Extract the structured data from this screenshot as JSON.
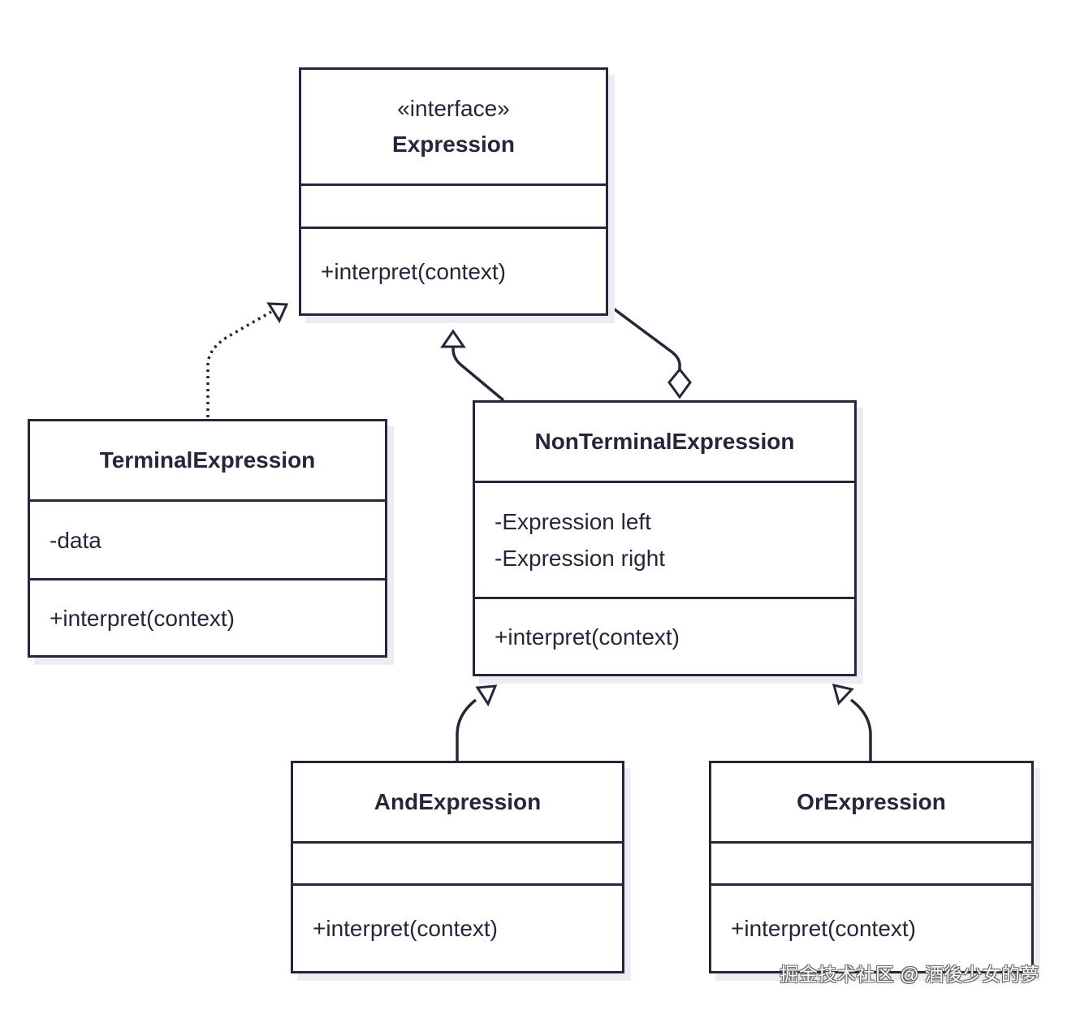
{
  "classes": {
    "expression": {
      "stereotype": "«interface»",
      "name": "Expression",
      "attributes": [],
      "methods": [
        "+interpret(context)"
      ]
    },
    "terminal": {
      "name": "TerminalExpression",
      "attributes": [
        "-data"
      ],
      "methods": [
        "+interpret(context)"
      ]
    },
    "nonterminal": {
      "name": "NonTerminalExpression",
      "attributes": [
        "-Expression left",
        "-Expression right"
      ],
      "methods": [
        "+interpret(context)"
      ]
    },
    "and": {
      "name": "AndExpression",
      "attributes": [],
      "methods": [
        "+interpret(context)"
      ]
    },
    "or": {
      "name": "OrExpression",
      "attributes": [],
      "methods": [
        "+interpret(context)"
      ]
    }
  },
  "relations": [
    {
      "from": "terminal",
      "to": "expression",
      "kind": "realization"
    },
    {
      "from": "nonterminal",
      "to": "expression",
      "kind": "generalization"
    },
    {
      "from": "nonterminal",
      "to": "expression",
      "kind": "aggregation"
    },
    {
      "from": "and",
      "to": "nonterminal",
      "kind": "generalization"
    },
    {
      "from": "or",
      "to": "nonterminal",
      "kind": "generalization"
    }
  ],
  "watermark": "掘金技术社区 @ 酒後少女的夢",
  "colors": {
    "stroke": "#26263a",
    "text": "#26263a",
    "shadow": "#ecedf2"
  }
}
